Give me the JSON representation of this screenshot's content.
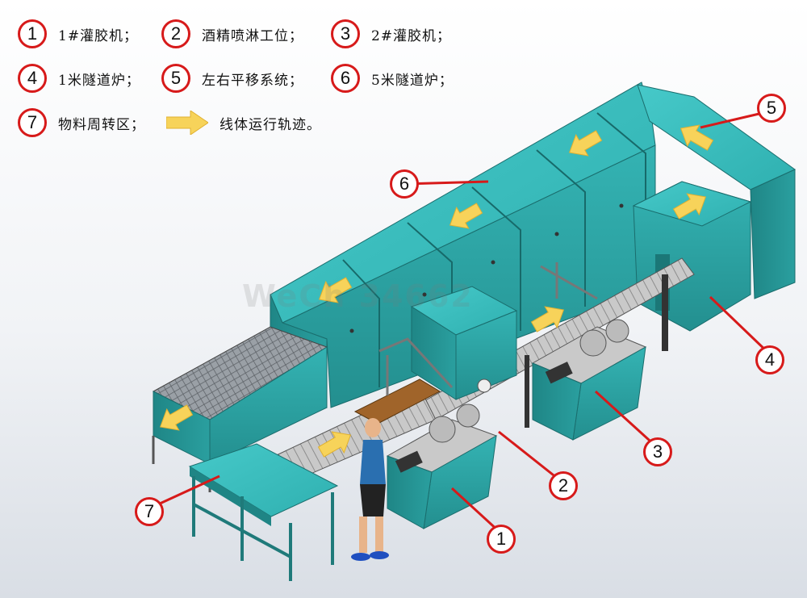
{
  "legend": {
    "row1": [
      {
        "num": "1",
        "text": "1#灌胶机；"
      },
      {
        "num": "2",
        "text": "酒精喷淋工位；"
      },
      {
        "num": "3",
        "text": "2#灌胶机；"
      }
    ],
    "row2": [
      {
        "num": "4",
        "text": "1米隧道炉；"
      },
      {
        "num": "5",
        "text": "左右平移系统；"
      },
      {
        "num": "6",
        "text": "5米隧道炉；"
      }
    ],
    "row3": [
      {
        "num": "7",
        "text": "物料周转区；"
      }
    ],
    "arrow_text": "线体运行轨迹。"
  },
  "callouts": {
    "c1": "1",
    "c2": "2",
    "c3": "3",
    "c4": "4",
    "c5": "5",
    "c6": "6",
    "c7": "7"
  },
  "watermark": "WeCh    34662",
  "colors": {
    "machine": "#2aa3a3",
    "machine_dark": "#1f8080",
    "machine_top": "#3cc0c0",
    "arrow": "#f7d35a",
    "callout_red": "#d71a1a"
  }
}
